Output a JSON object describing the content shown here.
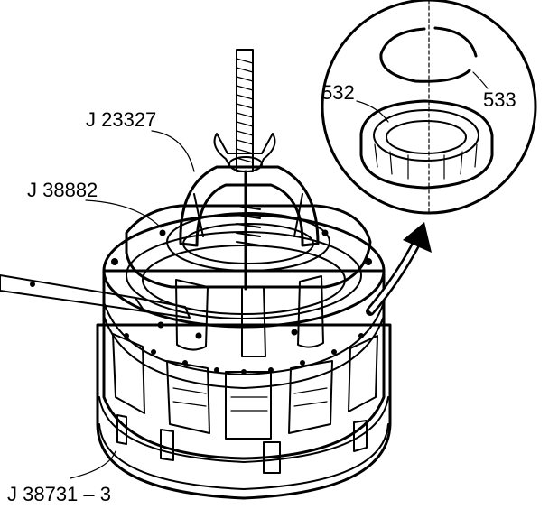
{
  "labels": {
    "tool_top": "J 23327",
    "tool_mid": "J 38882",
    "tool_base": "J 38731 – 3",
    "part_a": "532",
    "part_b": "533"
  },
  "colors": {
    "ink": "#000000",
    "stipple": "#bdbdbd",
    "background": "#ffffff"
  }
}
